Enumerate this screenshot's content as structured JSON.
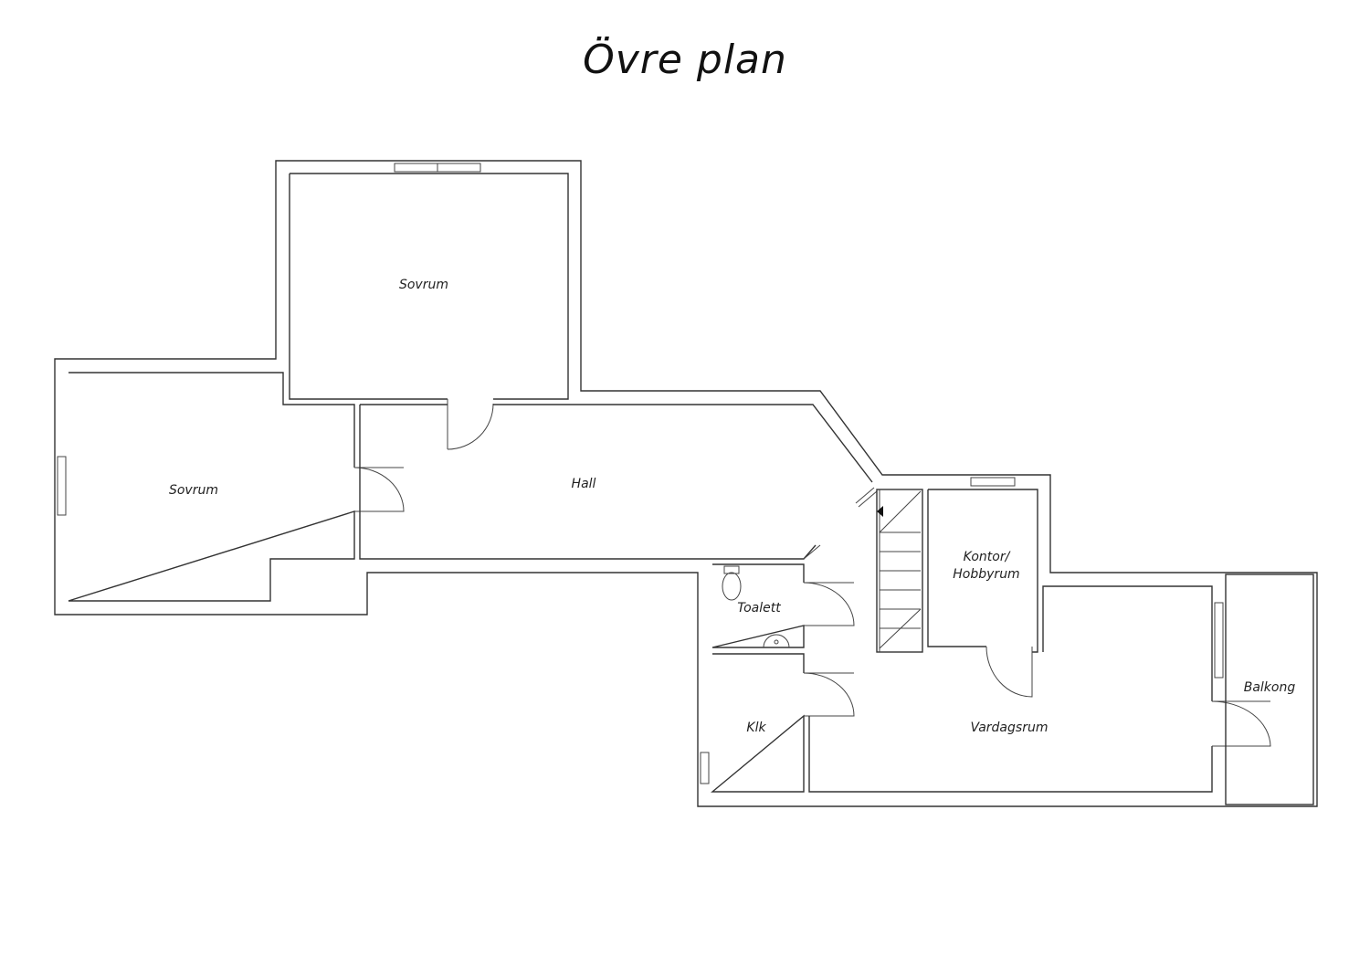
{
  "title": "Övre plan",
  "rooms": {
    "bedroom_top": "Sovrum",
    "bedroom_left": "Sovrum",
    "hall": "Hall",
    "office_line1": "Kontor/",
    "office_line2": "Hobbyrum",
    "toilet": "Toalett",
    "closet": "Klk",
    "living": "Vardagsrum",
    "balcony": "Balkong"
  }
}
